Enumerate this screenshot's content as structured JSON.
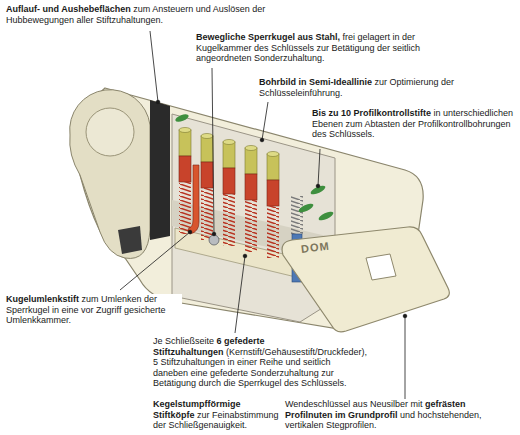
{
  "diagram": {
    "labels": [
      "Auflauf- und Aushebeflächen",
      "zum Ansteuern und Auslösen der Hubbewegungen aller Stiftzuhaltungen.",
      "Bewegliche Sperrkugel aus Stahl,",
      "frei gelagert in der Kugelkammer des Schlüssels zur Betätigung der seitlich angeordneten Sonderzuhaltung.",
      "Bohrbild in Semi-Ideallinie",
      "zur Optimierung der Schlüsseleinführung.",
      "Bis zu 10 Profilkontrollstifte",
      "in unterschiedlichen Ebenen zum Abtasten der Profilkontrollbohrungen des Schlüssels.",
      "Kugelumlenkstift",
      "zum Umlenken der Sperrkugel in eine vor Zugriff gesicherte Umlenkkammer.",
      "Je Schließseite",
      "6 gefederte Stiftzuhaltungen",
      "(Kernstift/Gehäusestift/Druckfeder), 5 Stiftzuhaltungen in einer Reihe und seitlich daneben eine gefederte Sonderzuhaltung zur Betätigung durch die Sperrkugel des Schlüssels.",
      "Kegelstumpfförmige Stiftköpfe",
      "zur Feinabstimmung der Schließgenauigkeit.",
      "Wendeschlüssel aus Neusilber mit",
      "gefrästen Profilnuten im Grundprofil",
      "und hochstehenden, vertikalen Stegprofilen.",
      "DOM"
    ]
  }
}
